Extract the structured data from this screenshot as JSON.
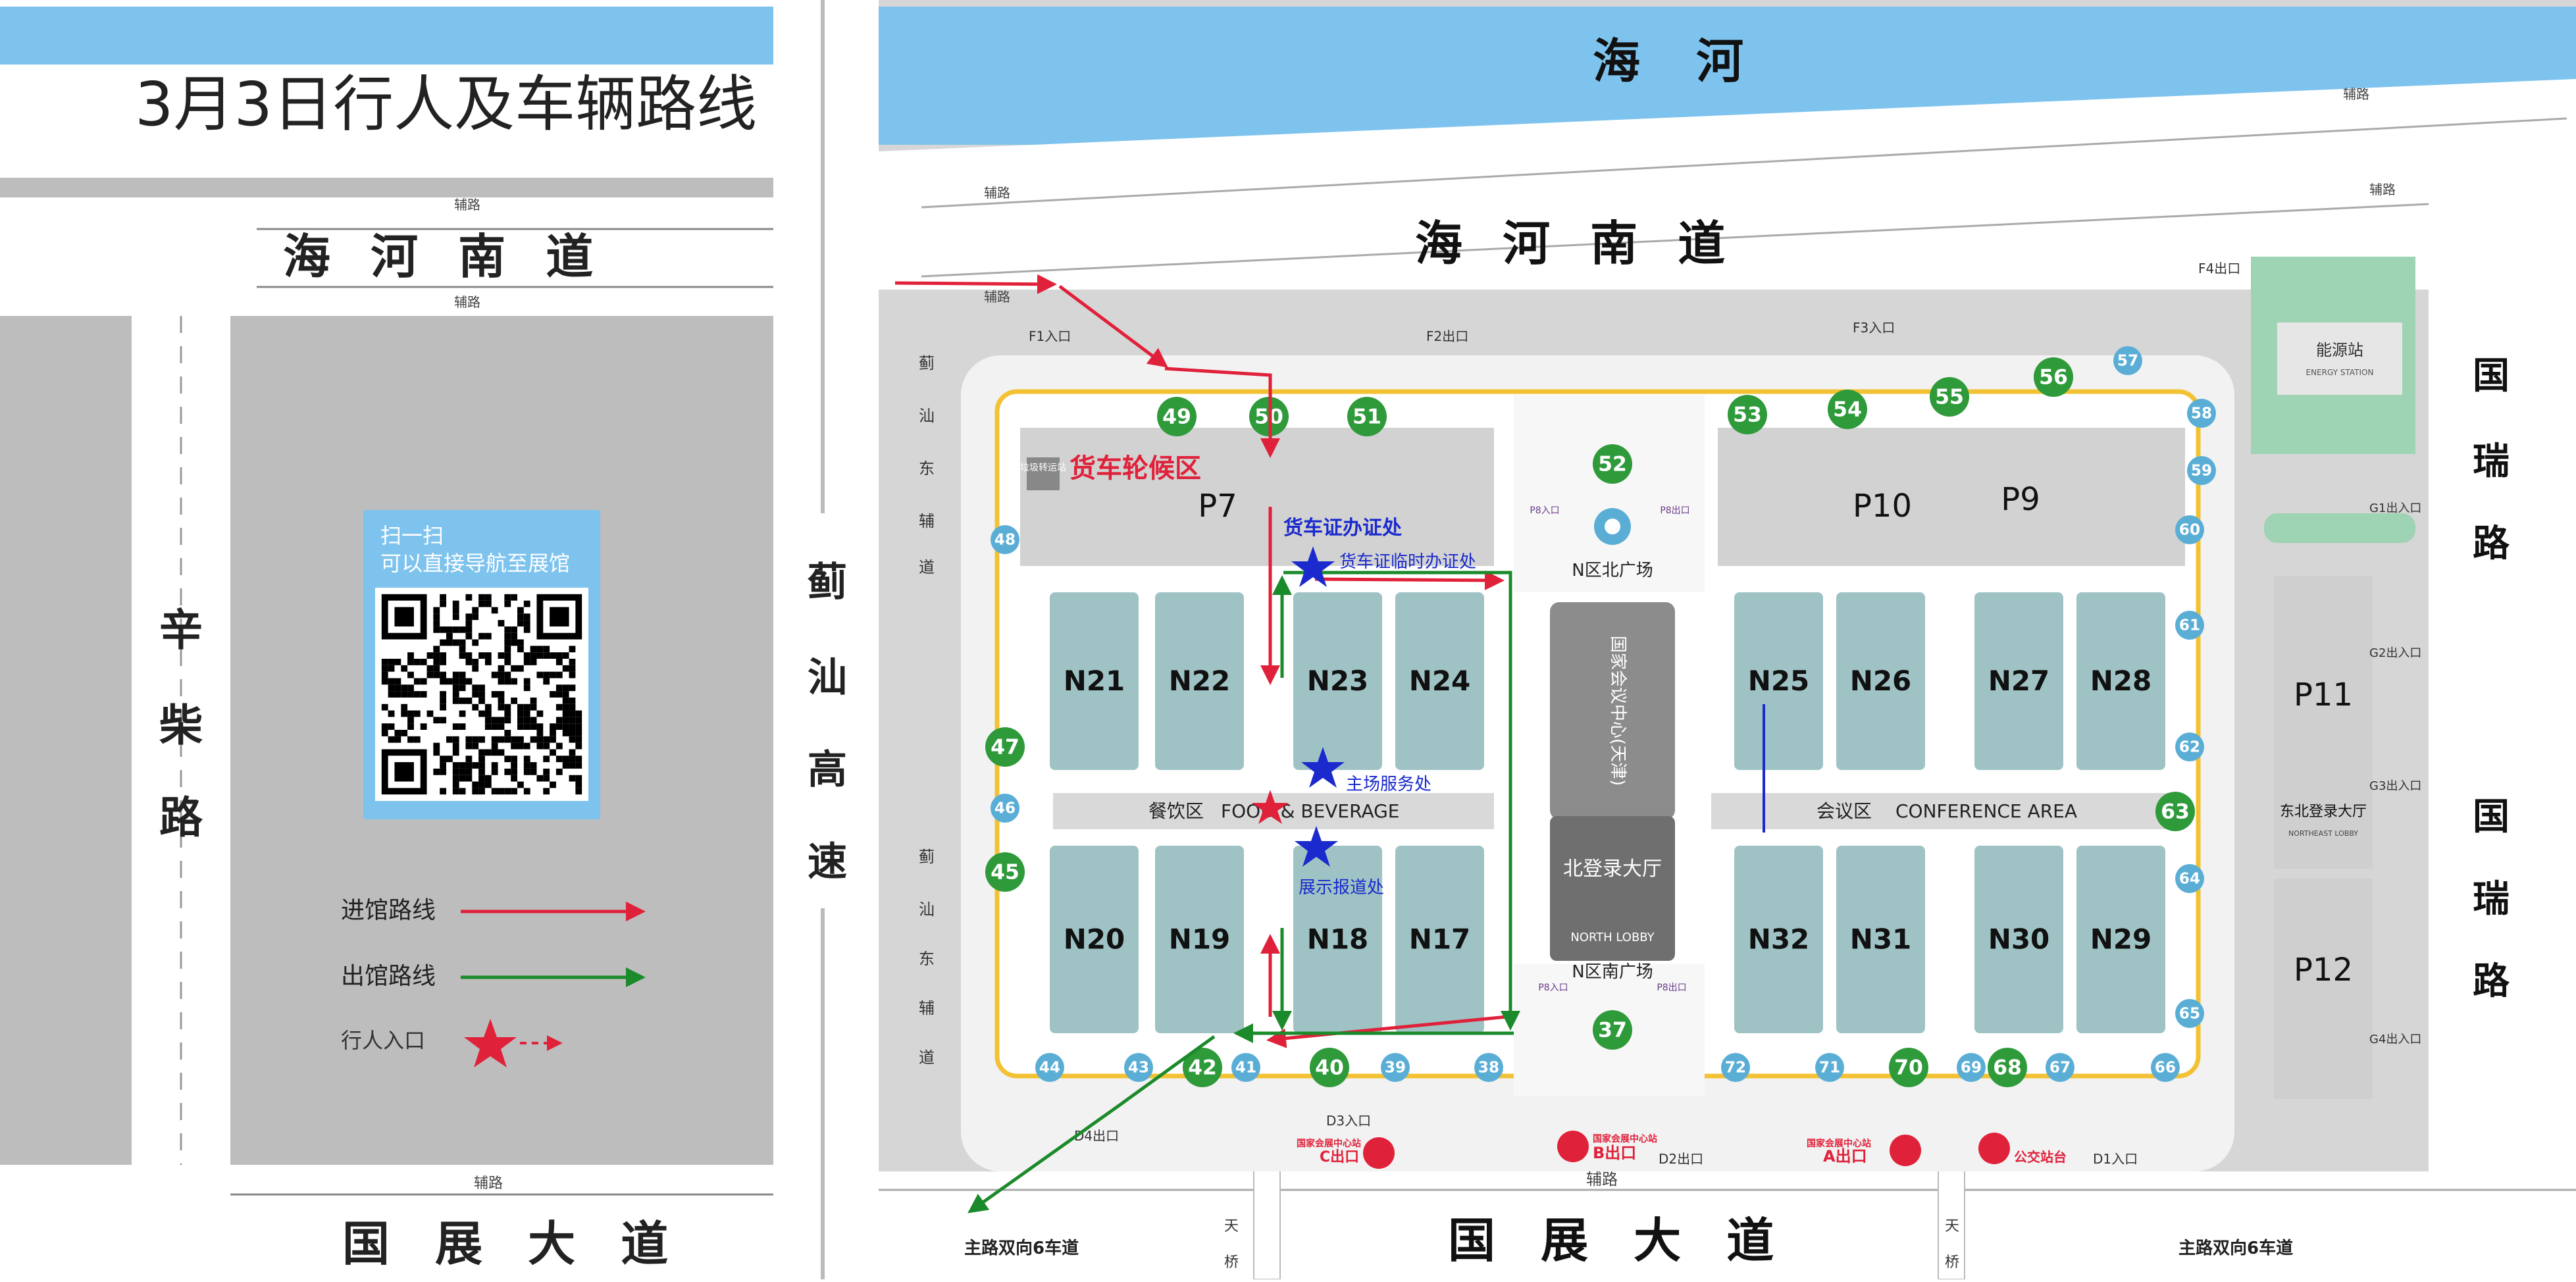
{
  "title": "3月3日行人及车辆路线",
  "colors": {
    "water": "#7ec3ee",
    "road_gray": "#bdbdbd",
    "hall": "#9fc3c5",
    "entry_route": "#e0213a",
    "exit_route": "#1a8a2a",
    "gate_green": "#2e9a3a",
    "gate_blue": "#5aaed6",
    "star_blue": "#1a2acc"
  },
  "left_panel": {
    "road_north": "海 河 南 道",
    "road_south": "国 展 大 道",
    "road_west": [
      "辛",
      "柴",
      "路"
    ],
    "aux_label": "辅路",
    "qr": {
      "line1": "扫一扫",
      "line2": "可以直接导航至展馆"
    },
    "legend": [
      {
        "label": "进馆路线",
        "color": "#e0213a",
        "kind": "arrow"
      },
      {
        "label": "出馆路线",
        "color": "#1a8a2a",
        "kind": "arrow"
      },
      {
        "label": "行人入口",
        "color": "#e0213a",
        "kind": "star"
      }
    ]
  },
  "center_strip": {
    "name_chars": [
      "蓟",
      "汕",
      "高",
      "速"
    ],
    "east_aux_chars": [
      "蓟",
      "汕",
      "东",
      "辅",
      "道"
    ]
  },
  "map": {
    "river": "海 河",
    "road_north": "海 河 南 道",
    "road_south": "国 展 大 道",
    "road_east_top": [
      "国",
      "瑞",
      "路"
    ],
    "road_east_bottom": [
      "国",
      "瑞",
      "路"
    ],
    "aux_label": "辅路",
    "main_road_left": "主路双向6车道",
    "main_road_right": "主路双向6车道",
    "bridge_left": [
      "天",
      "桥"
    ],
    "bridge_right": [
      "天",
      "桥"
    ],
    "truck_wait": "货车轮候区",
    "garbage": "垃圾转运站",
    "truck_office": "货车证办证处",
    "truck_temp_office": "货车证临时办证处",
    "service_office": "主场服务处",
    "registration": "展示报道处",
    "food_cn": "餐饮区",
    "food_en": "FOOD & BEVERAGE",
    "conf_cn": "会议区",
    "conf_en": "CONFERENCE AREA",
    "north_plaza": "N区北广场",
    "south_plaza": "N区南广场",
    "center_building": "国家会议中心(天津)",
    "north_lobby_cn": "北登录大厅",
    "north_lobby_en": "NORTH LOBBY",
    "energy": "能源站",
    "energy_en": "ENERGY STATION",
    "ne_lobby": "东北登录大厅",
    "ne_lobby_en": "NORTHEAST LOBBY",
    "bus_stop": "公交站台",
    "parking": [
      "P7",
      "P9",
      "P10",
      "P11",
      "P12"
    ],
    "halls_north": [
      "N21",
      "N22",
      "N23",
      "N24",
      "N25",
      "N26",
      "N27",
      "N28"
    ],
    "halls_south": [
      "N20",
      "N19",
      "N18",
      "N17",
      "N32",
      "N31",
      "N30",
      "N29"
    ],
    "gates_green": [
      "49",
      "50",
      "51",
      "52",
      "53",
      "54",
      "55",
      "56",
      "47",
      "45",
      "63",
      "37",
      "40",
      "42",
      "70",
      "68"
    ],
    "gates_blue": [
      "48",
      "46",
      "44",
      "43",
      "41",
      "39",
      "38",
      "72",
      "71",
      "69",
      "67",
      "66",
      "57",
      "58",
      "59",
      "60",
      "61",
      "62",
      "64",
      "65"
    ],
    "entrances": [
      "F1入口",
      "F2出口",
      "F3入口",
      "F4出口",
      "D1入口",
      "D2出口",
      "D3入口",
      "D4出口",
      "G1出入口",
      "G2出入口",
      "G3出入口",
      "G4出入口"
    ],
    "p8_labels": [
      "P8入口",
      "P8出口",
      "P8入口",
      "P8出口"
    ],
    "metro": [
      {
        "line1": "国家会展中心站",
        "line2": "C出口"
      },
      {
        "line1": "国家会展中心站",
        "line2": "B出口"
      },
      {
        "line1": "国家会展中心站",
        "line2": "A出口"
      }
    ]
  }
}
